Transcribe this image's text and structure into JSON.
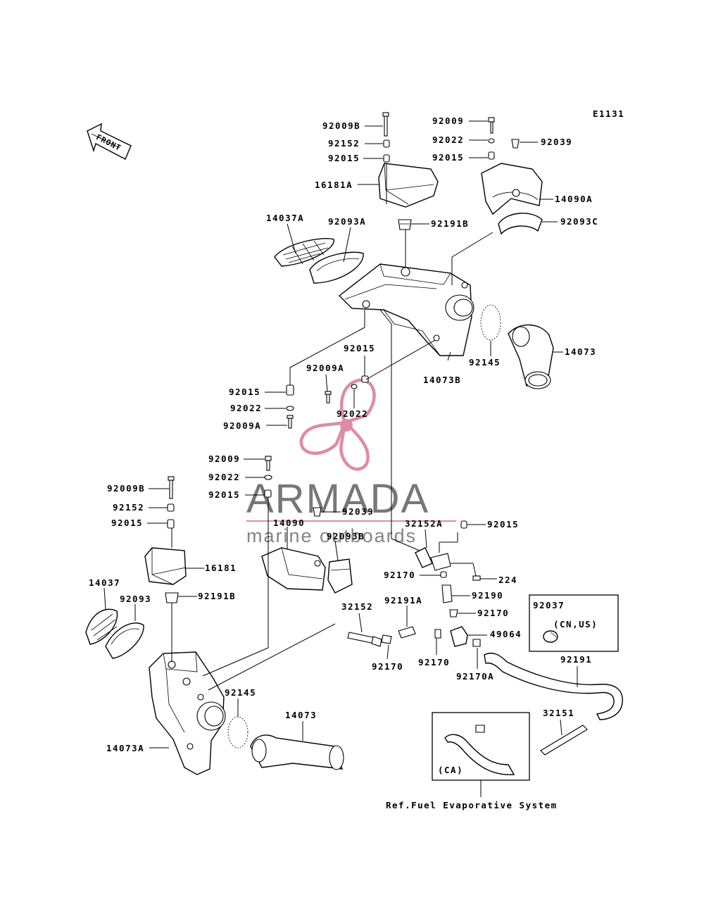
{
  "diagram_code": "E1131",
  "front_label": "FRONT",
  "watermark": {
    "brand": "ARMADA",
    "tagline": "marine outboards",
    "accent_color": "#d9819a",
    "text_color": "#5a5a5a"
  },
  "region_labels": {
    "cn_us": "(CN,US)",
    "ca": "(CA)"
  },
  "reference_text": "Ref.Fuel Evaporative System",
  "parts": [
    {
      "id": "p01",
      "number": "92009B"
    },
    {
      "id": "p02",
      "number": "92152"
    },
    {
      "id": "p03",
      "number": "92015"
    },
    {
      "id": "p04",
      "number": "16181A"
    },
    {
      "id": "p05",
      "number": "92009"
    },
    {
      "id": "p06",
      "number": "92022"
    },
    {
      "id": "p07",
      "number": "92015"
    },
    {
      "id": "p08",
      "number": "92039"
    },
    {
      "id": "p09",
      "number": "14090A"
    },
    {
      "id": "p10",
      "number": "92093C"
    },
    {
      "id": "p11",
      "number": "92191B"
    },
    {
      "id": "p12",
      "number": "14037A"
    },
    {
      "id": "p13",
      "number": "92093A"
    },
    {
      "id": "p14",
      "number": "14073"
    },
    {
      "id": "p15",
      "number": "92145"
    },
    {
      "id": "p16",
      "number": "14073B"
    },
    {
      "id": "p17",
      "number": "92015"
    },
    {
      "id": "p18",
      "number": "92009A"
    },
    {
      "id": "p19",
      "number": "92015"
    },
    {
      "id": "p20",
      "number": "92022"
    },
    {
      "id": "p21",
      "number": "92022"
    },
    {
      "id": "p22",
      "number": "92009A"
    },
    {
      "id": "p23",
      "number": "92009"
    },
    {
      "id": "p24",
      "number": "92022"
    },
    {
      "id": "p25",
      "number": "92015"
    },
    {
      "id": "p26",
      "number": "92009B"
    },
    {
      "id": "p27",
      "number": "92152"
    },
    {
      "id": "p28",
      "number": "92015"
    },
    {
      "id": "p29",
      "number": "92039"
    },
    {
      "id": "p30",
      "number": "14090"
    },
    {
      "id": "p31",
      "number": "92093B"
    },
    {
      "id": "p32",
      "number": "32152A"
    },
    {
      "id": "p33",
      "number": "92015"
    },
    {
      "id": "p34",
      "number": "16181"
    },
    {
      "id": "p35",
      "number": "92170"
    },
    {
      "id": "p36",
      "number": "224"
    },
    {
      "id": "p37",
      "number": "14037"
    },
    {
      "id": "p38",
      "number": "92093"
    },
    {
      "id": "p39",
      "number": "92191B"
    },
    {
      "id": "p40",
      "number": "92190"
    },
    {
      "id": "p41",
      "number": "92037"
    },
    {
      "id": "p42",
      "number": "32152"
    },
    {
      "id": "p43",
      "number": "92191A"
    },
    {
      "id": "p44",
      "number": "92170"
    },
    {
      "id": "p45",
      "number": "49064"
    },
    {
      "id": "p46",
      "number": "92170"
    },
    {
      "id": "p47",
      "number": "92170"
    },
    {
      "id": "p48",
      "number": "92170A"
    },
    {
      "id": "p49",
      "number": "92191"
    },
    {
      "id": "p50",
      "number": "92145"
    },
    {
      "id": "p51",
      "number": "14073"
    },
    {
      "id": "p52",
      "number": "32151"
    },
    {
      "id": "p53",
      "number": "14073A"
    }
  ]
}
